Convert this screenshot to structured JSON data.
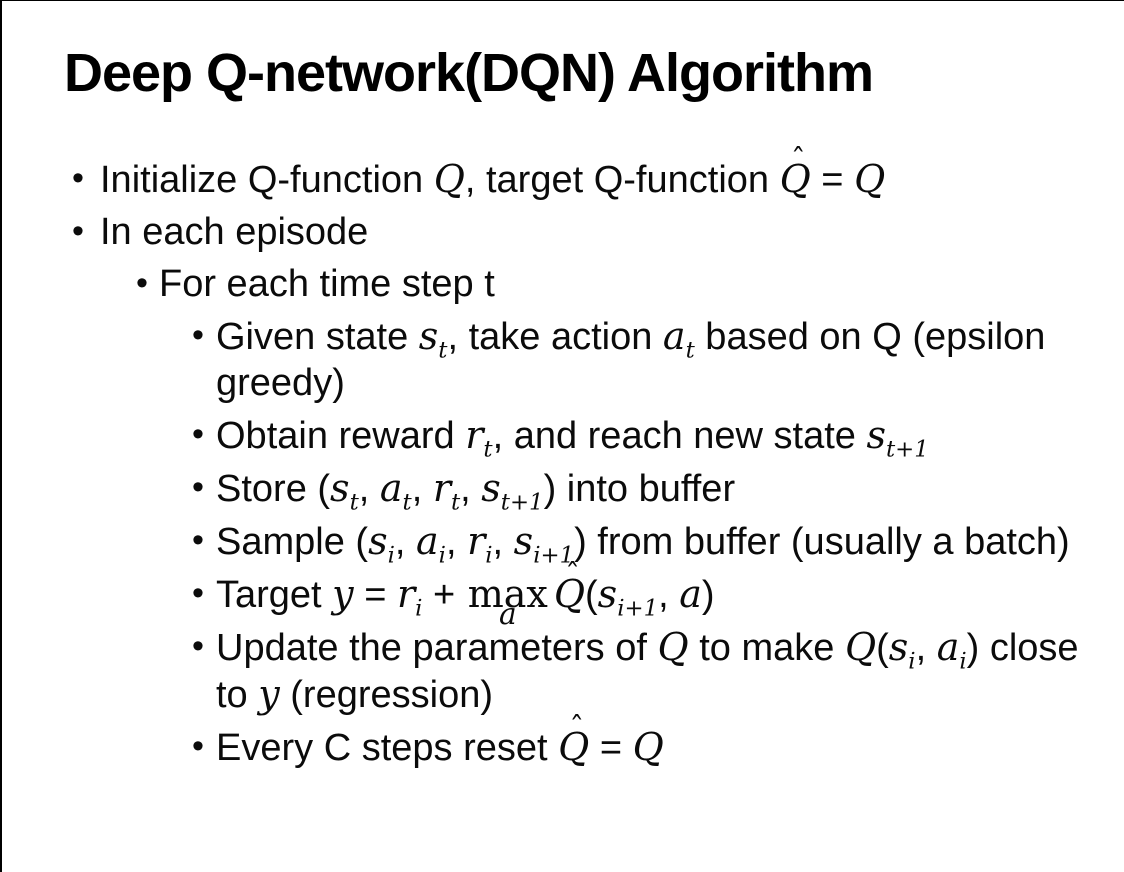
{
  "slide": {
    "title": "Deep Q-network(DQN) Algorithm",
    "bullet_char": "•",
    "colors": {
      "background": "#ffffff",
      "text": "#0b0b0b",
      "border": "#000000"
    },
    "bullets": [
      {
        "level": 1,
        "segments": [
          {
            "t": "Initialize Q-function "
          },
          {
            "m": "Q"
          },
          {
            "t": ", target Q-function "
          },
          {
            "m": "Q",
            "hat": "ˆ"
          },
          {
            "t": " = "
          },
          {
            "m": "Q"
          }
        ]
      },
      {
        "level": 1,
        "segments": [
          {
            "t": "In each episode"
          }
        ]
      },
      {
        "level": 2,
        "segments": [
          {
            "t": "For each time step t"
          }
        ]
      },
      {
        "level": 3,
        "segments": [
          {
            "t": "Given state "
          },
          {
            "m": "s",
            "sub": "t"
          },
          {
            "t": ", take action "
          },
          {
            "m": "a",
            "sub": "t"
          },
          {
            "t": " based on Q (epsilon greedy)"
          }
        ]
      },
      {
        "level": 3,
        "segments": [
          {
            "t": "Obtain reward "
          },
          {
            "m": "r",
            "sub": "t"
          },
          {
            "t": ", and reach new state "
          },
          {
            "m": "s",
            "sub": "t+1"
          }
        ]
      },
      {
        "level": 3,
        "segments": [
          {
            "t": "Store ("
          },
          {
            "m": "s",
            "sub": "t"
          },
          {
            "t": ", "
          },
          {
            "m": "a",
            "sub": "t"
          },
          {
            "t": ", "
          },
          {
            "m": "r",
            "sub": "t"
          },
          {
            "t": ", "
          },
          {
            "m": "s",
            "sub": "t+1"
          },
          {
            "t": ") into buffer"
          }
        ]
      },
      {
        "level": 3,
        "segments": [
          {
            "t": "Sample ("
          },
          {
            "m": "s",
            "sub": "i"
          },
          {
            "t": ", "
          },
          {
            "m": "a",
            "sub": "i"
          },
          {
            "t": ", "
          },
          {
            "m": "r",
            "sub": "i"
          },
          {
            "t": ", "
          },
          {
            "m": "s",
            "sub": "i+1"
          },
          {
            "t": ") from buffer (usually a batch)"
          }
        ]
      },
      {
        "level": 3,
        "segments": [
          {
            "t": "Target "
          },
          {
            "m": "y"
          },
          {
            "t": " = "
          },
          {
            "m": "r",
            "sub": "i"
          },
          {
            "t": " + "
          },
          {
            "stack": {
              "top": "max",
              "bottom": "a"
            }
          },
          {
            "m": "Q",
            "hat": "ˆ"
          },
          {
            "t": "("
          },
          {
            "m": "s",
            "sub": "i+1"
          },
          {
            "t": ", "
          },
          {
            "m": "a"
          },
          {
            "t": ")"
          }
        ]
      },
      {
        "level": 3,
        "segments": [
          {
            "t": "Update the parameters of "
          },
          {
            "m": "Q"
          },
          {
            "t": " to make "
          },
          {
            "m": "Q"
          },
          {
            "t": "("
          },
          {
            "m": "s",
            "sub": "i"
          },
          {
            "t": ", "
          },
          {
            "m": "a",
            "sub": "i"
          },
          {
            "t": ") close to "
          },
          {
            "m": "y"
          },
          {
            "t": " (regression)"
          }
        ]
      },
      {
        "level": 3,
        "segments": [
          {
            "t": "Every C steps reset "
          },
          {
            "m": "Q",
            "hat": "ˆ"
          },
          {
            "t": " = "
          },
          {
            "m": "Q"
          }
        ]
      }
    ]
  }
}
